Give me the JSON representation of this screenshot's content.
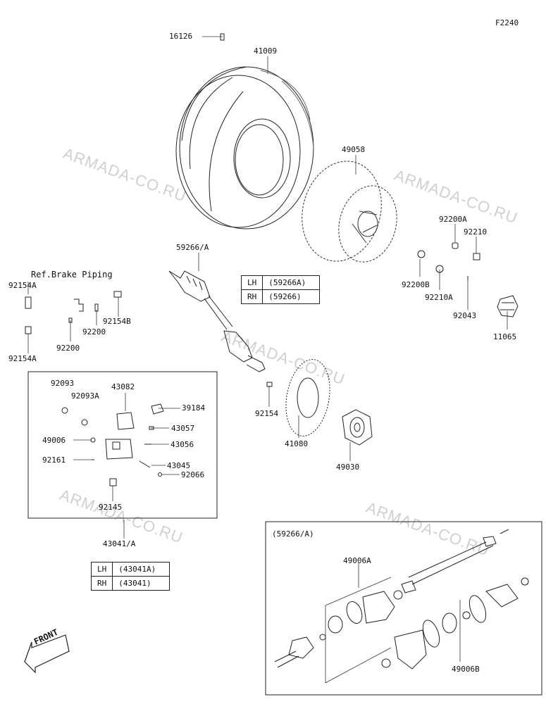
{
  "figure_code": "F2240",
  "ref_note": "Ref.Brake Piping",
  "front_label": "FRONT",
  "watermark": "ARMADA-CO.RU",
  "parts": {
    "p16126": "16126",
    "p41009": "41009",
    "p49058": "49058",
    "p59266a": "59266/A",
    "p92200a": "92200A",
    "p92210": "92210",
    "p92200b": "92200B",
    "p92210a": "92210A",
    "p92043": "92043",
    "p11065": "11065",
    "p92154a_top": "92154A",
    "p92154a_bot": "92154A",
    "p92154b": "92154B",
    "p92200_1": "92200",
    "p92200_2": "92200",
    "p92093": "92093",
    "p92093a": "92093A",
    "p43082": "43082",
    "p39184": "39184",
    "p43057": "43057",
    "p49006": "49006",
    "p43056": "43056",
    "p92161": "92161",
    "p43045": "43045",
    "p92066": "92066",
    "p92145": "92145",
    "p43041a": "43041/A",
    "p92154": "92154",
    "p41080": "41080",
    "p49030": "49030",
    "p59266a_detail": "(59266/A)",
    "p49006a": "49006A",
    "p49006b": "49006B"
  },
  "table_shaft": [
    {
      "side": "LH",
      "part": "(59266A)"
    },
    {
      "side": "RH",
      "part": "(59266)"
    }
  ],
  "table_caliper": [
    {
      "side": "LH",
      "part": "(43041A)"
    },
    {
      "side": "RH",
      "part": "(43041)"
    }
  ]
}
